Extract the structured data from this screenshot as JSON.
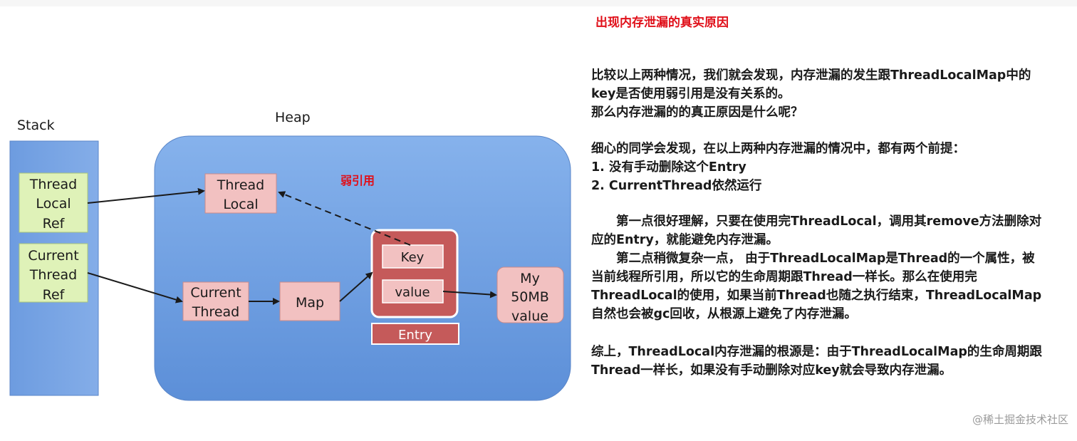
{
  "diagram": {
    "labels": {
      "stack": "Stack",
      "heap": "Heap",
      "weak_ref": "弱引用"
    },
    "nodes": {
      "thread_local_ref": [
        "Thread",
        "Local",
        "Ref"
      ],
      "current_thread_ref": [
        "Current",
        "Thread",
        "Ref"
      ],
      "thread_local": [
        "Thread",
        "Local"
      ],
      "current_thread": [
        "Current",
        "Thread"
      ],
      "map": [
        "Map"
      ],
      "key": [
        "Key"
      ],
      "value": [
        "value"
      ],
      "entry": [
        "Entry"
      ],
      "my_value": [
        "My",
        "50MB",
        "value"
      ]
    },
    "colors": {
      "stack_fill": "#76a3e3",
      "heap_fill": "#6fa2e4",
      "green_node": "#dff2b8",
      "pink_node": "#f2c1c1",
      "entry_fill": "#c55a5a",
      "weak_ref_text": "#e0101a",
      "arrow": "#1a1a1a"
    }
  },
  "text": {
    "title": "出现内存泄漏的真实原因",
    "para1": [
      "比较以上两种情况，我们就会发现，内存泄漏的发生跟ThreadLocalMap中的",
      "key是否使用弱引用是没有关系的。",
      "那么内存泄漏的的真正原因是什么呢？"
    ],
    "para2": [
      "细心的同学会发现，在以上两种内存泄漏的情况中，都有两个前提：",
      "1. 没有手动删除这个Entry",
      "2. CurrentThread依然运行"
    ],
    "para3": [
      "　　第一点很好理解，只要在使用完ThreadLocal，调用其remove方法删除对",
      "应的Entry，就能避免内存泄漏。",
      "　　第二点稍微复杂一点， 由于ThreadLocalMap是Thread的一个属性，被",
      "当前线程所引用，所以它的生命周期跟Thread一样长。那么在使用完",
      "ThreadLocal的使用，如果当前Thread也随之执行结束，ThreadLocalMap",
      "自然也会被gc回收，从根源上避免了内存泄漏。"
    ],
    "para4": [
      "综上，ThreadLocal内存泄漏的根源是：由于ThreadLocalMap的生命周期跟",
      "Thread一样长，如果没有手动删除对应key就会导致内存泄漏。"
    ]
  },
  "watermark": "@稀土掘金技术社区"
}
